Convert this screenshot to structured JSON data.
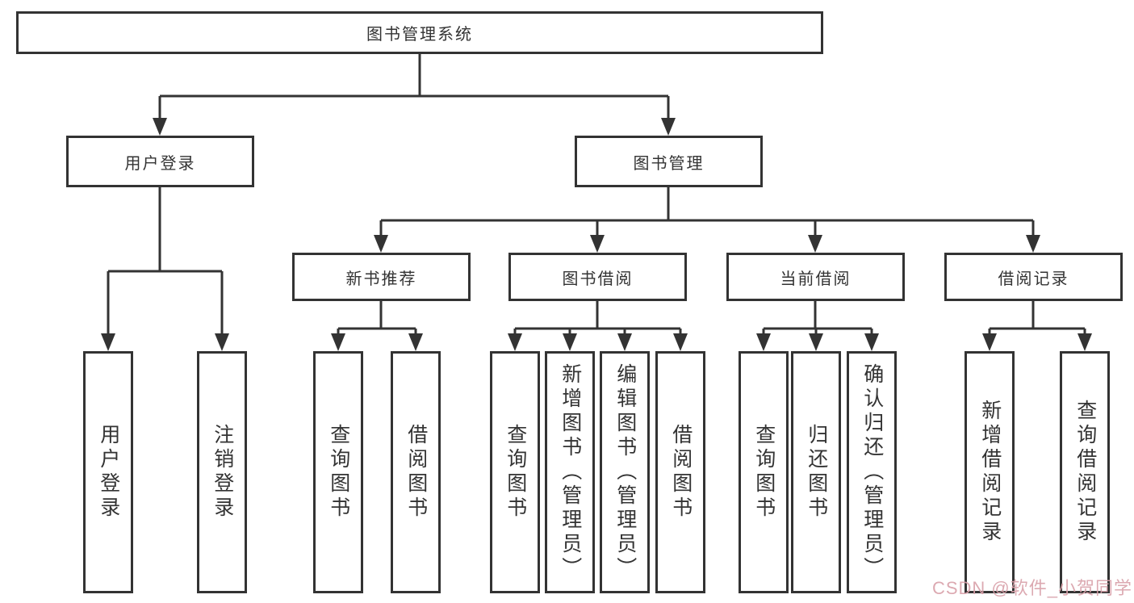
{
  "diagram": {
    "type": "hierarchy-tree",
    "colors": {
      "line": "#333333",
      "text": "#333333",
      "box_background": "#ffffff",
      "watermark": "#d8a0a9"
    },
    "watermark_text": "CSDN @软件_小贺同学"
  },
  "nodes": {
    "root": {
      "label": "图书管理系统"
    },
    "level2": [
      {
        "label": "用户登录",
        "parent": "图书管理系统"
      },
      {
        "label": "图书管理",
        "parent": "图书管理系统"
      }
    ],
    "level3": [
      {
        "label": "新书推荐",
        "parent": "图书管理"
      },
      {
        "label": "图书借阅",
        "parent": "图书管理"
      },
      {
        "label": "当前借阅",
        "parent": "图书管理"
      },
      {
        "label": "借阅记录",
        "parent": "图书管理"
      }
    ],
    "leaves": [
      {
        "label": "用户登录",
        "parent": "用户登录"
      },
      {
        "label": "注销登录",
        "parent": "用户登录"
      },
      {
        "label": "查询图书",
        "parent": "新书推荐"
      },
      {
        "label": "借阅图书",
        "parent": "新书推荐"
      },
      {
        "label": "查询图书",
        "parent": "图书借阅"
      },
      {
        "label": "新增图书（管理员）",
        "parent": "图书借阅"
      },
      {
        "label": "编辑图书（管理员）",
        "parent": "图书借阅"
      },
      {
        "label": "借阅图书",
        "parent": "图书借阅"
      },
      {
        "label": "查询图书",
        "parent": "当前借阅"
      },
      {
        "label": "归还图书",
        "parent": "当前借阅"
      },
      {
        "label": "确认归还（管理员）",
        "parent": "当前借阅"
      },
      {
        "label": "新增借阅记录",
        "parent": "借阅记录"
      },
      {
        "label": "查询借阅记录",
        "parent": "借阅记录"
      }
    ]
  }
}
